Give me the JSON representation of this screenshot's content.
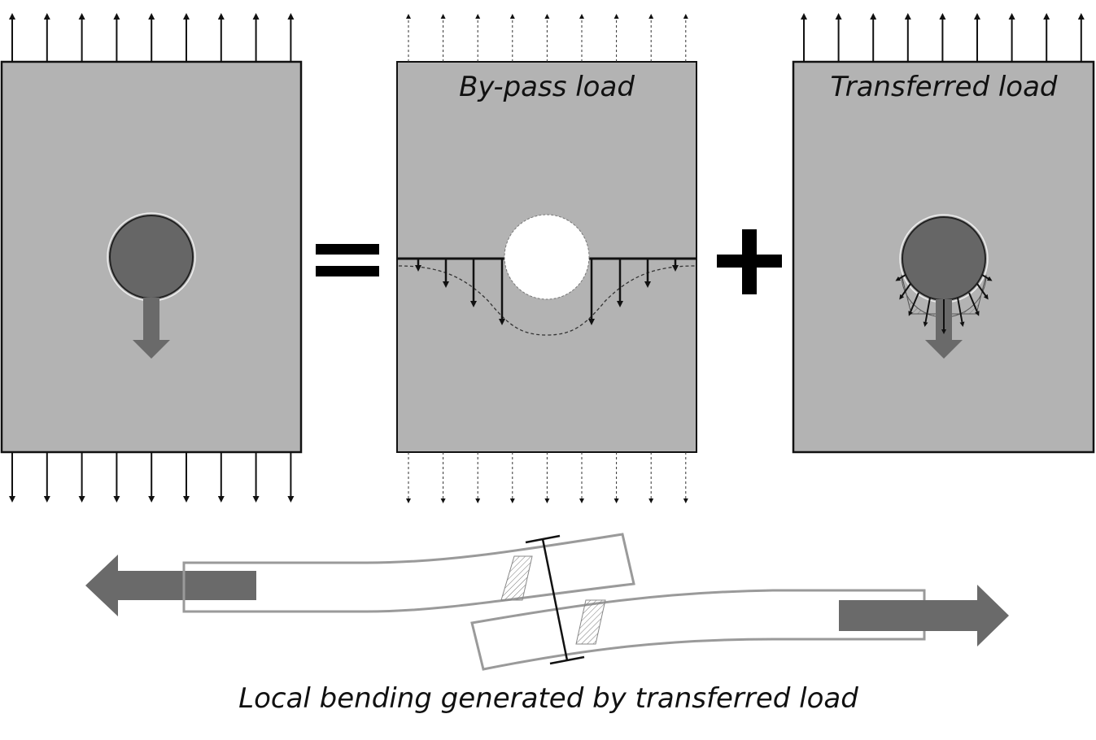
{
  "labels": {
    "bypass": "By-pass load",
    "transferred": "Transferred load",
    "bending": "Local bending generated by transferred load"
  },
  "operators": {
    "equals": "equals-sign",
    "plus": "plus-sign"
  },
  "colors": {
    "plate": "#b3b3b3",
    "fastener": "#666666",
    "arrow": "#6a6a6a",
    "hole": "#ffffff",
    "outline": "#111111",
    "joint_outline": "#9a9a9a"
  }
}
